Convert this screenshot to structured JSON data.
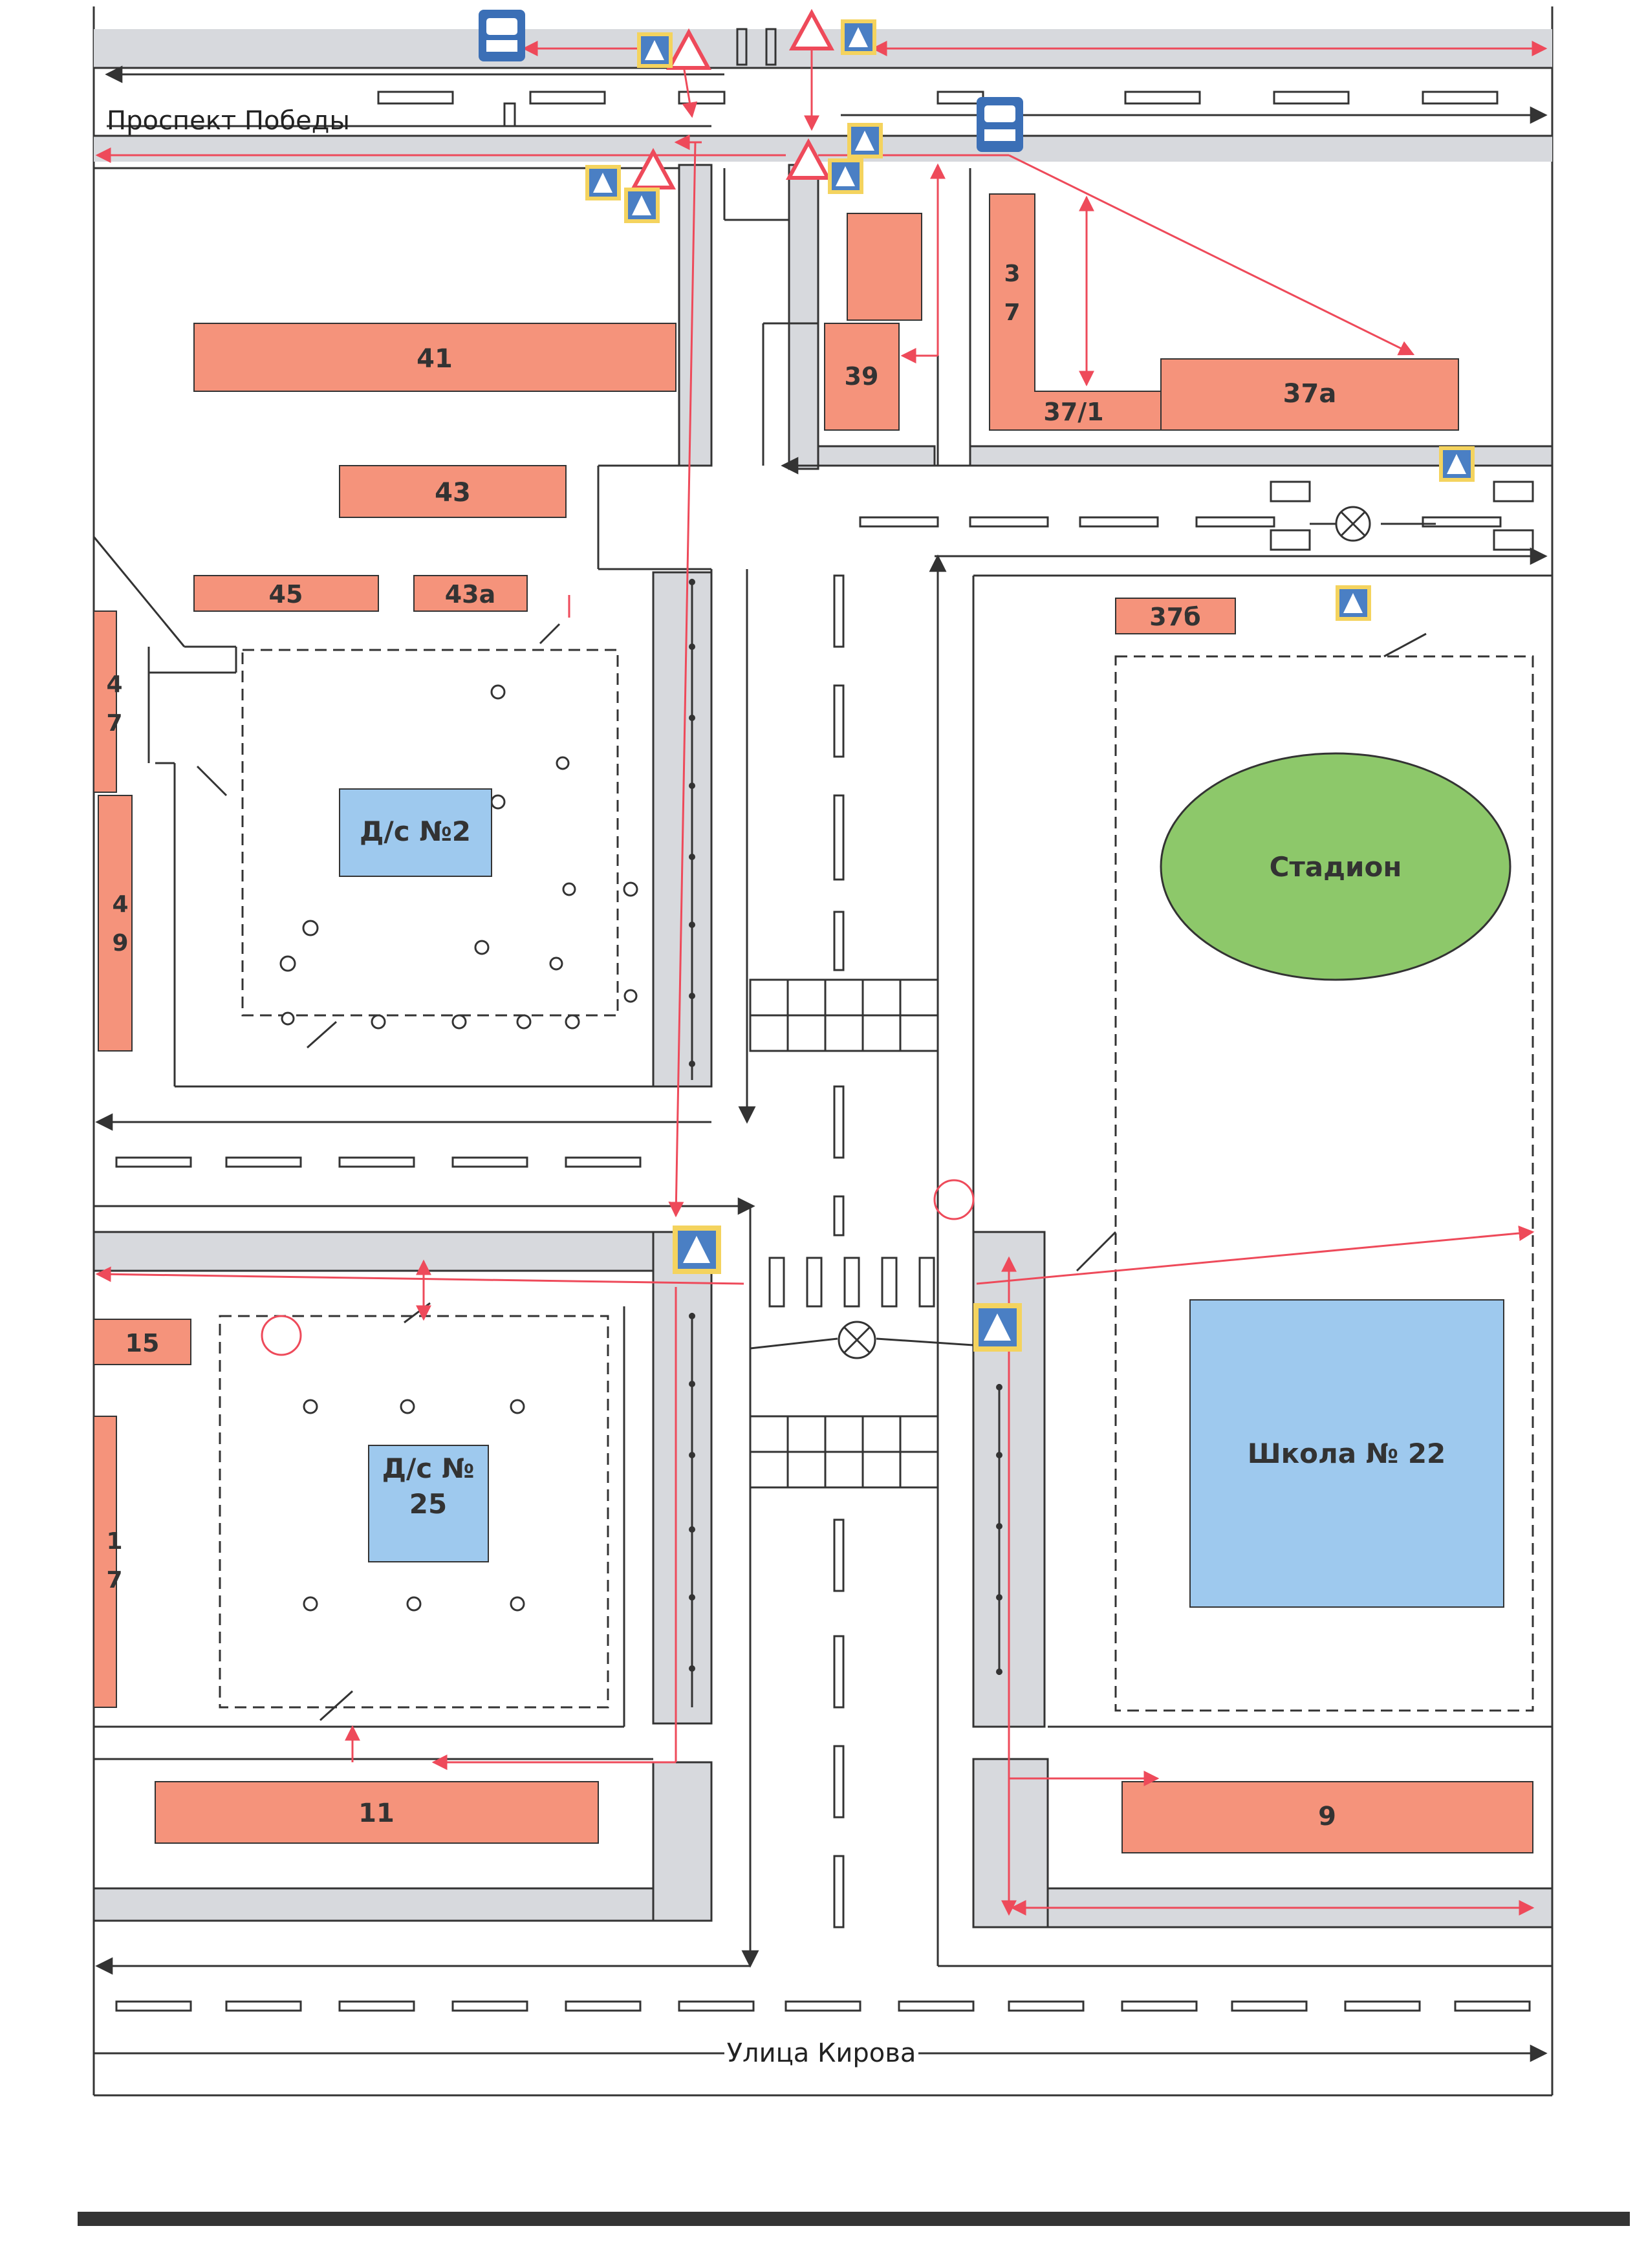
{
  "streets": {
    "top": "Проспект Победы",
    "bottom": "Улица Кирова"
  },
  "buildings": {
    "b41": "41",
    "b43": "43",
    "b45": "45",
    "b43a": "43а",
    "b39": "39",
    "b37_d1": "3",
    "b37_d2": "7",
    "b37_1": "37/1",
    "b37a": "37а",
    "b37b": "37б",
    "b47_d1": "4",
    "b47_d2": "7",
    "b49_d1": "4",
    "b49_d2": "9",
    "b15": "15",
    "b17_d1": "1",
    "b17_d2": "7",
    "b11": "11",
    "b9": "9"
  },
  "facilities": {
    "kindergarten_2": "Д/с №2",
    "kindergarten_25_line1": "Д/с №",
    "kindergarten_25_line2": "25",
    "stadium": "Стадион",
    "school": "Школа № 22"
  },
  "colors": {
    "building": "#f5937b",
    "facility_blue": "#9ec9ee",
    "stadium_green": "#8dc86a",
    "sidewalk": "#d7d9dd",
    "route_red": "#ee4a5a",
    "line": "#333333"
  },
  "icons": [
    "bus-stop-icon",
    "pedestrian-crossing-sign-icon",
    "warning-children-sign-icon",
    "traffic-light-icon"
  ]
}
